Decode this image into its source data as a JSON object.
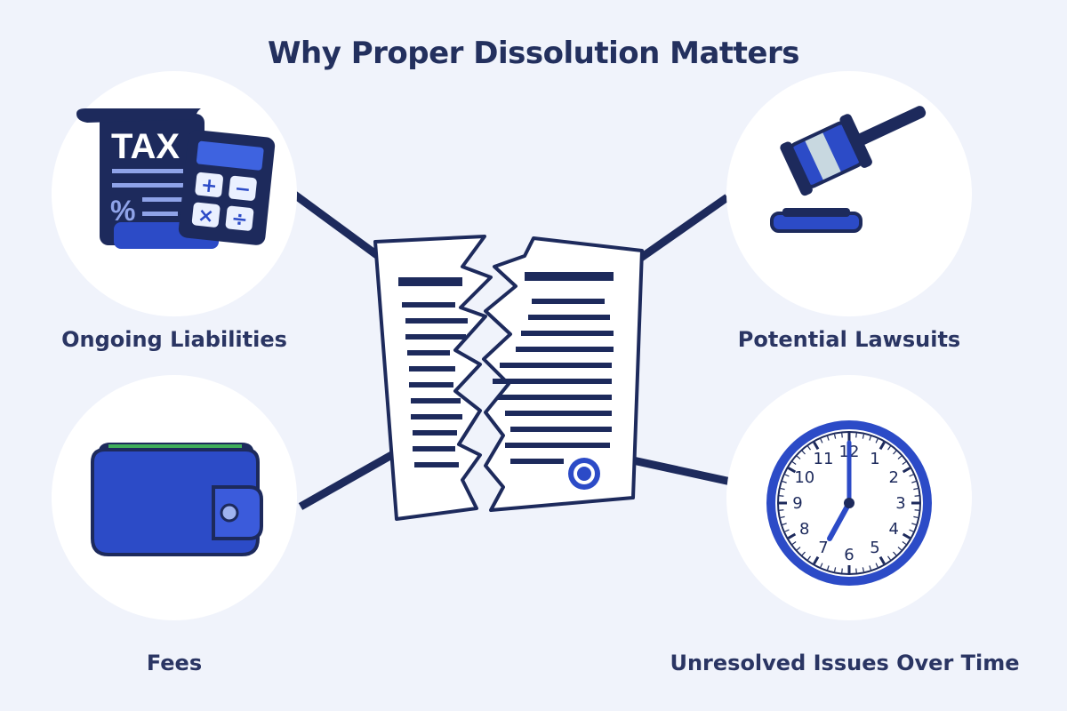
{
  "title": "Why Proper Dissolution Matters",
  "items": [
    {
      "label": "Ongoing Liabilities",
      "icon": "tax-calculator-icon"
    },
    {
      "label": "Potential Lawsuits",
      "icon": "gavel-icon"
    },
    {
      "label": "Fees",
      "icon": "wallet-icon"
    },
    {
      "label": "Unresolved Issues Over Time",
      "icon": "clock-icon"
    }
  ],
  "center_icon": "torn-document-icon",
  "tax_icon_text": "TAX",
  "calculator_symbols": [
    "+",
    "−",
    "×",
    "÷"
  ],
  "clock_numbers": [
    "12",
    "1",
    "2",
    "3",
    "4",
    "5",
    "6",
    "7",
    "8",
    "9",
    "10",
    "11"
  ],
  "colors": {
    "background": "#f0f3fb",
    "navy": "#1d2a5c",
    "accent_blue": "#2c4bc7",
    "circle": "#ffffff"
  }
}
